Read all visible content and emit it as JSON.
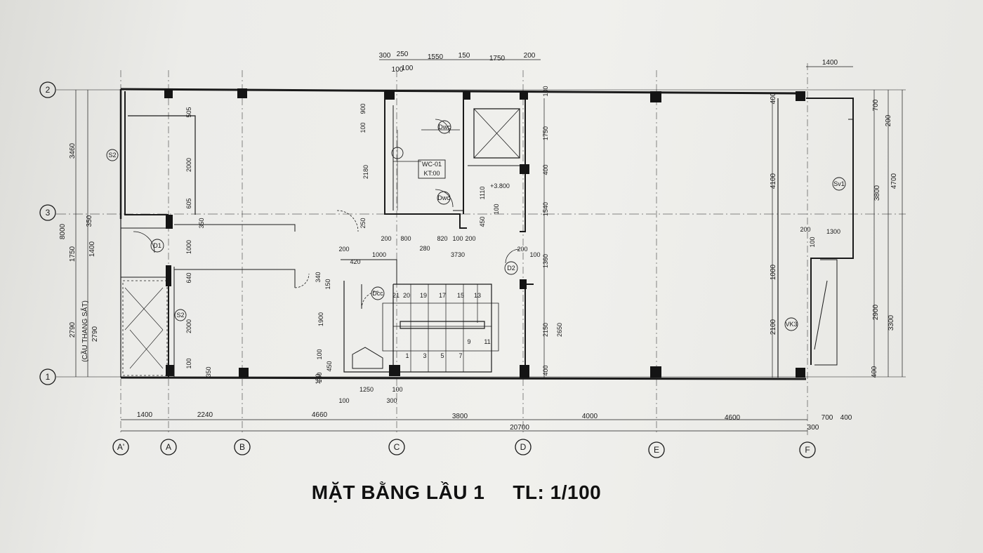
{
  "title": {
    "main": "MẶT BẰNG LẦU 1",
    "scale": "TL: 1/100"
  },
  "grid_columns": [
    "A'",
    "A",
    "B",
    "C",
    "D",
    "E",
    "F"
  ],
  "grid_rows": [
    "2",
    "3",
    "1"
  ],
  "bottom_dims": [
    "1400",
    "2240",
    "4660",
    "3800",
    "4000",
    "4600",
    "20700",
    "700",
    "400",
    "300"
  ],
  "top_dims": [
    "300",
    "250",
    "1550",
    "150",
    "1750",
    "200",
    "100",
    "100",
    "1400"
  ],
  "left_dims": [
    "8000",
    "3460",
    "1750",
    "1400",
    "350",
    "2790",
    "2790",
    "(CẦU THANG SẮT)"
  ],
  "right_dims": [
    "4100",
    "4700",
    "3800",
    "700",
    "200",
    "1000",
    "2100",
    "2900",
    "3300",
    "400",
    "400"
  ],
  "inner_dims": [
    "505",
    "2000",
    "605",
    "350",
    "1000",
    "2000",
    "640",
    "100",
    "350",
    "900",
    "100",
    "2180",
    "250",
    "200",
    "800",
    "280",
    "820",
    "100",
    "200",
    "1110",
    "450",
    "1540",
    "1750",
    "400",
    "100",
    "100",
    "3730",
    "1000",
    "200",
    "420",
    "340",
    "150",
    "1900",
    "100",
    "450",
    "130",
    "1250",
    "100",
    "300",
    "100",
    "1360",
    "200",
    "100",
    "2150",
    "2650",
    "400",
    "100",
    "200",
    "1300",
    "150"
  ],
  "room_labels": {
    "s2_top": "S2",
    "s2_bottom": "S2",
    "d1": "D1",
    "wc1": "Dwc",
    "wc2": "Dwc",
    "wc_tag_1": "WC-01",
    "wc_tag_2": "KT:00",
    "d2": "D2",
    "dcc": "Dcc",
    "sv1": "Sv1",
    "vk3": "VK3",
    "level": "+3.800"
  },
  "stair_numbers": [
    "21",
    "20",
    "19",
    "17",
    "15",
    "13",
    "1",
    "3",
    "5",
    "7",
    "9",
    "11"
  ]
}
